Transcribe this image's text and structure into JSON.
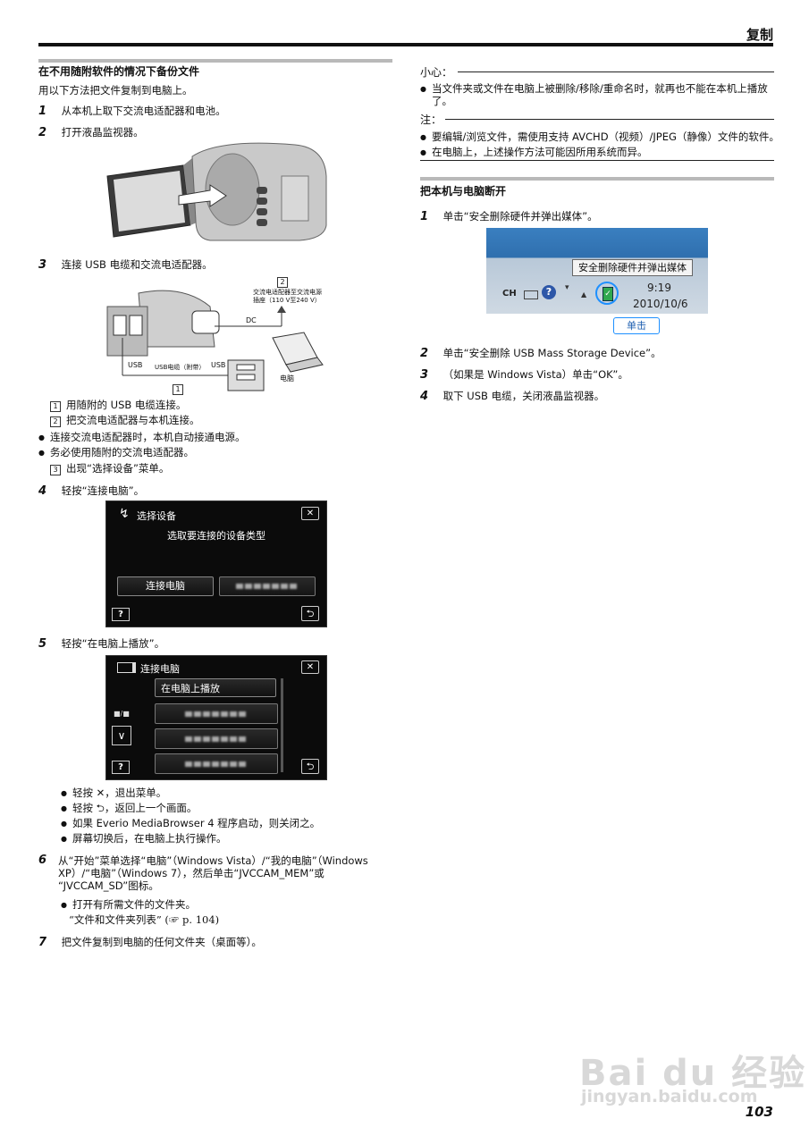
{
  "header": {
    "title": "复制",
    "page_number": "103"
  },
  "left": {
    "section_title": "在不用随附软件的情况下备份文件",
    "intro": "用以下方法把文件复制到电脑上。",
    "steps": [
      {
        "num": "1",
        "text": "从本机上取下交流电适配器和电池。"
      },
      {
        "num": "2",
        "text": "打开液晶监视器。"
      },
      {
        "num": "3",
        "text": "连接 USB 电缆和交流电适配器。"
      },
      {
        "num": "4",
        "text": "轻按“连接电脑”。"
      },
      {
        "num": "5",
        "text": "轻按“在电脑上播放”。"
      },
      {
        "num": "6",
        "text_lines": [
          "从“开始”菜单选择“电脑”（Windows Vista）/“我的电脑”（Windows",
          "XP）/“电脑”（Windows 7），然后单击“JVCCAM_MEM”或",
          "“JVCCAM_SD”图标。"
        ]
      },
      {
        "num": "7",
        "text": "把文件复制到电脑的任何文件夹（桌面等）。"
      }
    ],
    "diagram": {
      "label_num_2": "2",
      "label_num_1": "1",
      "ac_label_line1": "交流电适配器至交流电源",
      "ac_label_line2": "插座（110 V至240 V）",
      "dc": "DC",
      "usb_left": "USB",
      "usb_cable": "USB电缆（附带）",
      "usb_right": "USB",
      "pc": "电脑"
    },
    "step3_notes": [
      {
        "box": "1",
        "text": "用随附的 USB 电缆连接。"
      },
      {
        "box": "2",
        "text": "把交流电适配器与本机连接。"
      }
    ],
    "step3_bullets": [
      "连接交流电适配器时，本机自动接通电源。",
      "务必使用随附的交流电适配器。"
    ],
    "step3_note3": {
      "box": "3",
      "text": "出现“选择设备”菜单。"
    },
    "screen1": {
      "title": "选择设备",
      "subtitle": "选取要连接的设备类型",
      "btn_pc": "连接电脑",
      "help": "?"
    },
    "screen2": {
      "title": "连接电脑",
      "item1": "在电脑上播放",
      "counter": "■/■",
      "help": "?"
    },
    "step5_bullets": [
      "轻按 ✕，退出菜单。",
      "轻按 ⮌，返回上一个画面。",
      "如果 Everio MediaBrowser 4 程序启动，则关闭之。",
      "屏幕切换后，在电脑上执行操作。"
    ],
    "step6_bullet": "打开有所需文件的文件夹。",
    "step6_ref": "“文件和文件夹列表” (☞ p. 104)"
  },
  "right": {
    "caution_label": "小心：",
    "caution_lines": [
      "当文件夹或文件在电脑上被删除/移除/重命名时，就再也不能在本机上播放",
      "了。"
    ],
    "note_label": "注：",
    "notes": [
      "要编辑/浏览文件，需使用支持 AVCHD（视频）/JPEG（静像）文件的软件。",
      "在电脑上，上述操作方法可能因所用系统而异。"
    ],
    "section_title": "把本机与电脑断开",
    "steps": [
      {
        "num": "1",
        "text": "单击“安全删除硬件并弹出媒体”。"
      },
      {
        "num": "2",
        "text": "单击“安全删除 USB Mass Storage Device”。"
      },
      {
        "num": "3",
        "text": "（如果是 Windows Vista）单击“OK”。"
      },
      {
        "num": "4",
        "text": "取下 USB 电缆，关闭液晶监视器。"
      }
    ],
    "taskbar": {
      "tooltip": "安全删除硬件并弹出媒体",
      "lang": "CH",
      "time": "9:19",
      "date": "2010/10/6",
      "click_label": "单击"
    }
  },
  "watermark": {
    "brand": "Bai du 经验",
    "url": "jingyan.baidu.com"
  }
}
